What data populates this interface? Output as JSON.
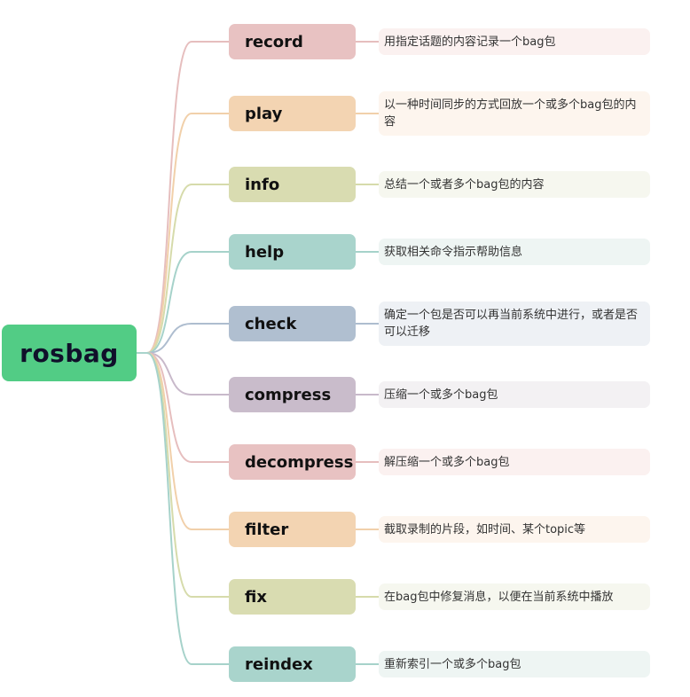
{
  "root": {
    "label": "rosbag",
    "color": "#52cc85"
  },
  "branches": [
    {
      "label": "record",
      "description": "用指定话题的内容记录一个bag包",
      "color": "#e8c2c2",
      "line": "#e6bebe",
      "desc_bg": "#fbf1f0"
    },
    {
      "label": "play",
      "description": "以一种时间同步的方式回放一个或多个bag包的内容",
      "color": "#f3d4b2",
      "line": "#f1d0aa",
      "desc_bg": "#fdf5ee"
    },
    {
      "label": "info",
      "description": "总结一个或者多个bag包的内容",
      "color": "#d9dcb1",
      "line": "#d6dbab",
      "desc_bg": "#f6f7ef"
    },
    {
      "label": "help",
      "description": "获取相关命令指示帮助信息",
      "color": "#a9d4cc",
      "line": "#a6d2ca",
      "desc_bg": "#eef5f3"
    },
    {
      "label": "check",
      "description": "确定一个包是否可以再当前系统中进行，或者是否可以迁移",
      "color": "#b0bfd0",
      "line": "#aebdcf",
      "desc_bg": "#eef1f5"
    },
    {
      "label": "compress",
      "description": "压缩一个或多个bag包",
      "color": "#c9bccb",
      "line": "#c8b9ca",
      "desc_bg": "#f3f1f3"
    },
    {
      "label": "decompress",
      "description": "解压缩一个或多个bag包",
      "color": "#e8c2c2",
      "line": "#e6bebe",
      "desc_bg": "#fbf1f0"
    },
    {
      "label": "filter",
      "description": "截取录制的片段，如时间、某个topic等",
      "color": "#f3d4b2",
      "line": "#f1d0aa",
      "desc_bg": "#fdf5ee"
    },
    {
      "label": "fix",
      "description": "在bag包中修复消息，以便在当前系统中播放",
      "color": "#d9dcb1",
      "line": "#d6dbab",
      "desc_bg": "#f6f7ef"
    },
    {
      "label": "reindex",
      "description": "重新索引一个或多个bag包",
      "color": "#a9d4cc",
      "line": "#a6d2ca",
      "desc_bg": "#eef5f3"
    }
  ]
}
